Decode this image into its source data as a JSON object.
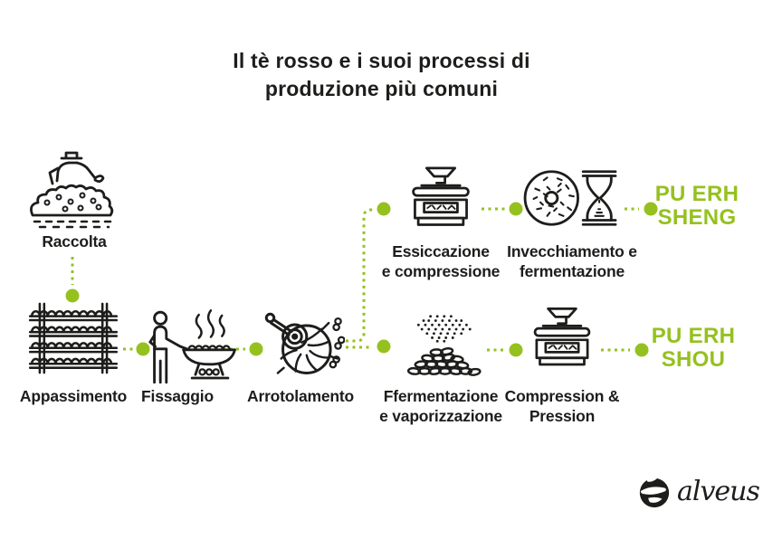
{
  "colors": {
    "accent_green": "#95C11F",
    "ink": "#1D1D1B",
    "background": "#FFFFFF"
  },
  "title": {
    "line1": "Il tè rosso e i suoi processi di",
    "line2": "produzione più comuni"
  },
  "steps": {
    "raccolta": {
      "label": "Raccolta",
      "icon": "tea-picker-icon"
    },
    "appassimento": {
      "label": "Appassimento",
      "icon": "drying-rack-icon"
    },
    "fissaggio": {
      "label": "Fissaggio",
      "icon": "wok-roasting-icon"
    },
    "arrotolamento": {
      "label": "Arrotolamento",
      "icon": "rolling-machine-icon"
    },
    "essiccazione": {
      "line1": "Essiccazione",
      "line2": "e compressione",
      "icon": "press-machine-icon"
    },
    "invecchiamento": {
      "line1": "Invecchiamento e",
      "line2": "fermentazione",
      "icon": "tea-cake-hourglass-icon"
    },
    "ffermentazione": {
      "line1": "Ffermentazione",
      "line2": "e vaporizzazione",
      "icon": "leaf-pile-vapor-icon"
    },
    "compression": {
      "line1": "Compression &",
      "line2": "Pression",
      "icon": "press-machine-icon"
    }
  },
  "results": {
    "sheng": {
      "line1": "PU ERH",
      "line2": "SHENG"
    },
    "shou": {
      "line1": "PU ERH",
      "line2": "SHOU"
    }
  },
  "brand": {
    "name": "alveus",
    "icon": "alveus-leaf-logo-icon"
  }
}
